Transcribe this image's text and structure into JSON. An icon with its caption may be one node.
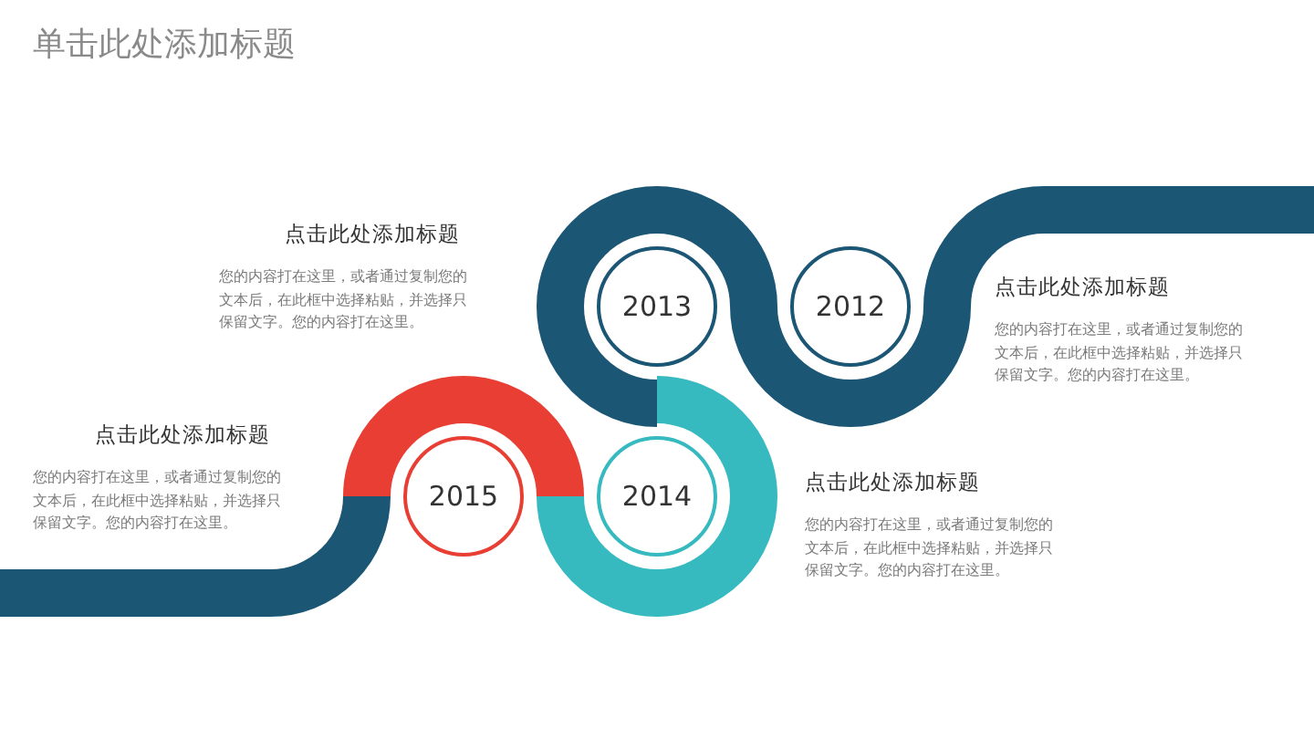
{
  "diagram": {
    "title": "单击此处添加标题",
    "nodes": [
      {
        "text": [
          "2015"
        ],
        "beside": [
          "点击此处添加标题",
          "您的内容打在这里，或者通过复制您的文本后，在此框中选择粘贴，并选择只保留文字。您的内容打在这里。"
        ]
      },
      {
        "text": [
          "2014"
        ],
        "beside": [
          "点击此处添加标题",
          "您的内容打在这里，或者通过复制您的文本后，在此框中选择粘贴，并选择只保留文字。您的内容打在这里。"
        ]
      },
      {
        "text": [
          "2013"
        ],
        "beside": [
          "点击此处添加标题",
          "您的内容打在这里，或者通过复制您的文本后，在此框中选择粘贴，并选择只保留文字。您的内容打在这里。"
        ]
      },
      {
        "text": [
          "2012"
        ],
        "beside": [
          "点击此处添加标题",
          "您的内容打在这里，或者通过复制您的文本后，在此框中选择粘贴，并选择只保留文字。您的内容打在这里。"
        ]
      }
    ]
  }
}
